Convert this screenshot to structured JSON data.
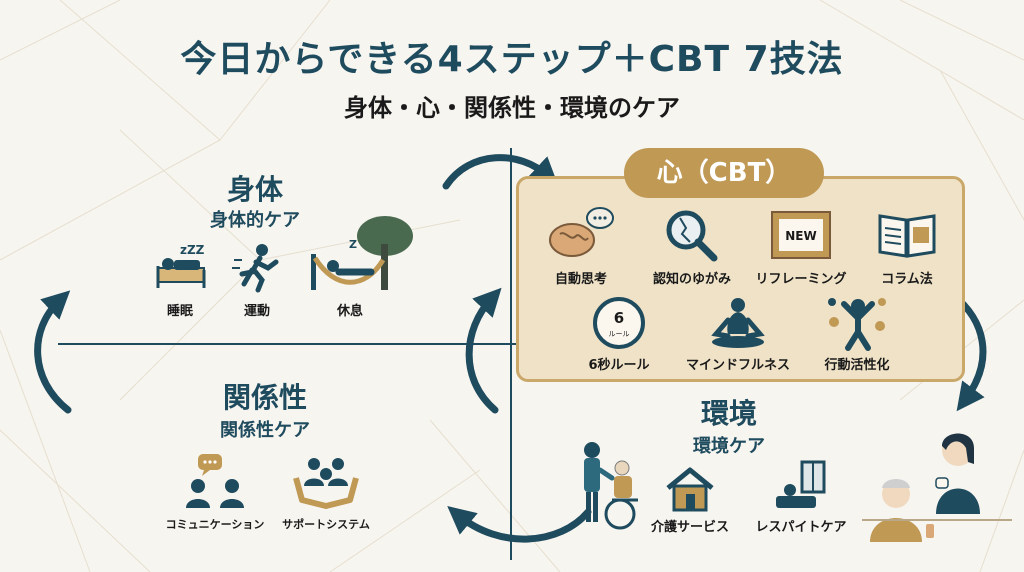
{
  "title": "今日からできる4ステップ＋CBT 7技法",
  "subtitle": "身体・心・関係性・環境のケア",
  "body_quadrant": {
    "heading": "身体",
    "subheading": "身体的ケア",
    "items": [
      {
        "label": "睡眠",
        "icon": "sleep-icon"
      },
      {
        "label": "運動",
        "icon": "running-icon"
      },
      {
        "label": "休息",
        "icon": "hammock-icon"
      }
    ]
  },
  "mind_quadrant": {
    "heading": "心（CBT）",
    "items": [
      {
        "label": "自動思考",
        "icon": "brain-thought-icon"
      },
      {
        "label": "認知のゆがみ",
        "icon": "magnifier-crack-icon"
      },
      {
        "label": "リフレーミング",
        "icon": "new-frame-icon",
        "badge": "NEW"
      },
      {
        "label": "コラム法",
        "icon": "notebook-icon"
      },
      {
        "label": "6秒ルール",
        "icon": "timer-icon",
        "badge": "6",
        "badge_sub": "ルール"
      },
      {
        "label": "マインドフルネス",
        "icon": "meditation-icon"
      },
      {
        "label": "行動活性化",
        "icon": "activation-icon"
      }
    ]
  },
  "relation_quadrant": {
    "heading": "関係性",
    "subheading": "関係性ケア",
    "items": [
      {
        "label": "コミュニケーション",
        "icon": "communication-icon"
      },
      {
        "label": "サポートシステム",
        "icon": "support-hands-icon"
      }
    ]
  },
  "environment_quadrant": {
    "heading": "環境",
    "subheading": "環境ケア",
    "items": [
      {
        "label": "介護サービス",
        "icon": "house-icon"
      },
      {
        "label": "レスパイトケア",
        "icon": "respite-icon"
      }
    ]
  },
  "colors": {
    "navy": "#1f4b5e",
    "gold": "#c09955",
    "cream": "#efe2c7",
    "background": "#f7f5f0"
  }
}
